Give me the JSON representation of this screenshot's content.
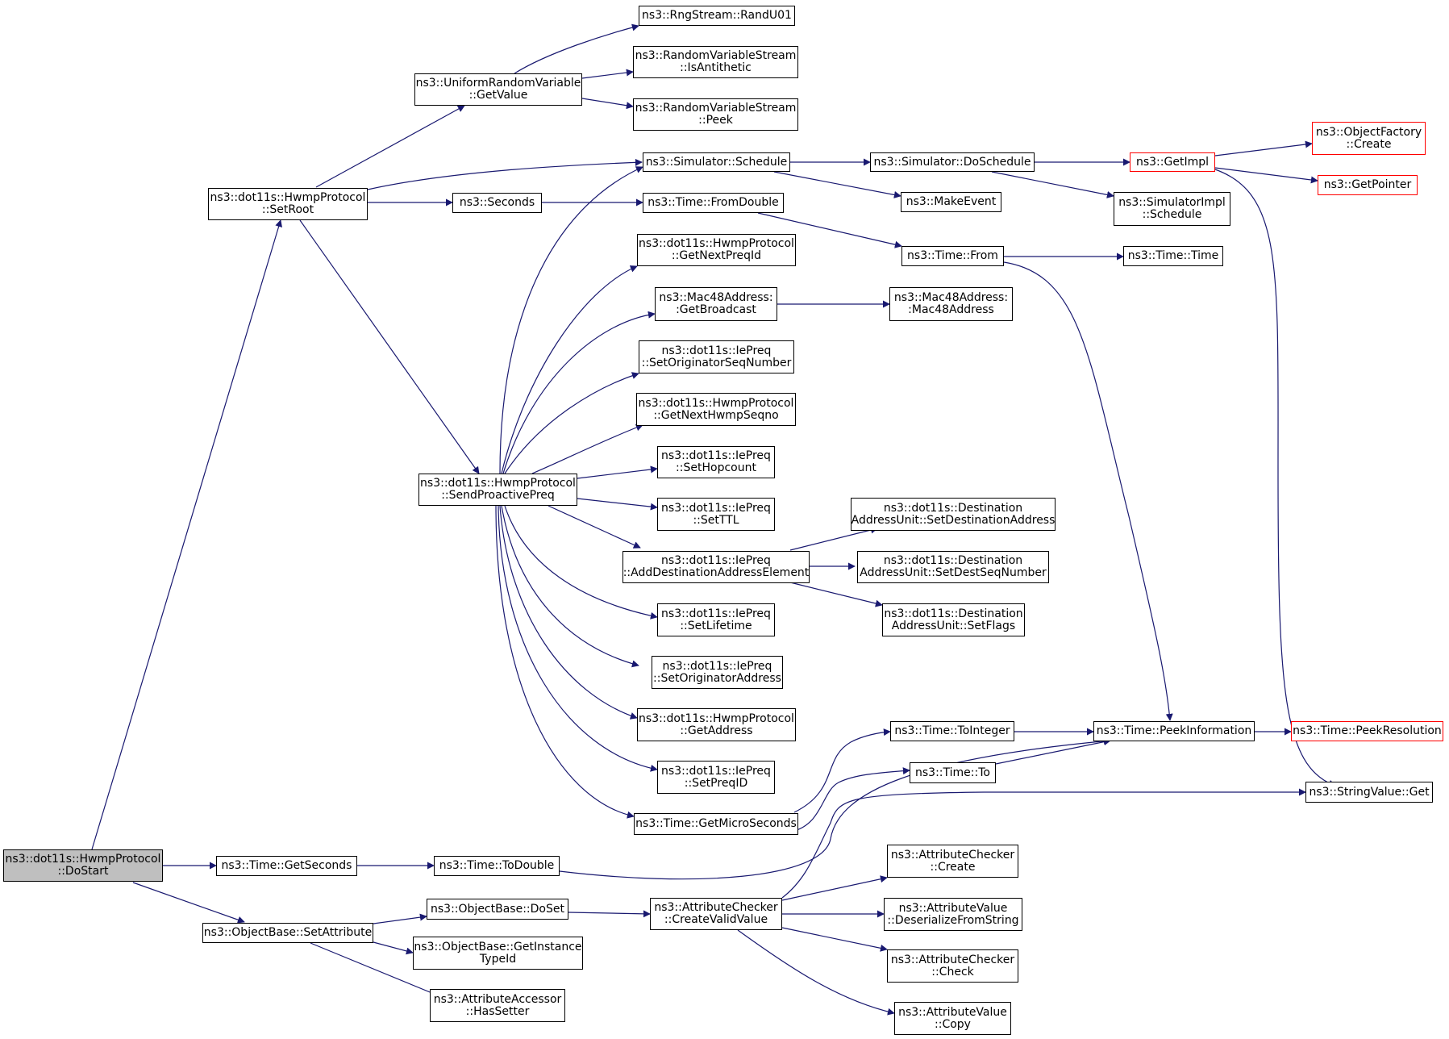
{
  "colors": {
    "edge": "#191970",
    "border": "#000000",
    "truncated_border": "#ff0000",
    "root_fill": "#bfbfbf"
  },
  "nodes": {
    "dostart": {
      "line1": "ns3::dot11s::HwmpProtocol",
      "line2": "::DoStart"
    },
    "setroot": {
      "line1": "ns3::dot11s::HwmpProtocol",
      "line2": "::SetRoot"
    },
    "urv_getvalue": {
      "line1": "ns3::UniformRandomVariable",
      "line2": "::GetValue"
    },
    "randu01": {
      "line1": "ns3::RngStream::RandU01"
    },
    "isantithetic": {
      "line1": "ns3::RandomVariableStream",
      "line2": "::IsAntithetic"
    },
    "peek": {
      "line1": "ns3::RandomVariableStream",
      "line2": "::Peek"
    },
    "schedule": {
      "line1": "ns3::Simulator::Schedule"
    },
    "doschedule": {
      "line1": "ns3::Simulator::DoSchedule"
    },
    "getimpl": {
      "line1": "ns3::GetImpl"
    },
    "objectfactory_create": {
      "line1": "ns3::ObjectFactory",
      "line2": "::Create"
    },
    "getpointer": {
      "line1": "ns3::GetPointer"
    },
    "makeevent": {
      "line1": "ns3::MakeEvent"
    },
    "simimpl_schedule": {
      "line1": "ns3::SimulatorImpl",
      "line2": "::Schedule"
    },
    "seconds": {
      "line1": "ns3::Seconds"
    },
    "fromdouble": {
      "line1": "ns3::Time::FromDouble"
    },
    "time_from": {
      "line1": "ns3::Time::From"
    },
    "time_time": {
      "line1": "ns3::Time::Time"
    },
    "getnextpreqid": {
      "line1": "ns3::dot11s::HwmpProtocol",
      "line2": "::GetNextPreqId"
    },
    "getbroadcast": {
      "line1": "ns3::Mac48Address:",
      "line2": ":GetBroadcast"
    },
    "mac48address": {
      "line1": "ns3::Mac48Address:",
      "line2": ":Mac48Address"
    },
    "setoriginatorseqnumber": {
      "line1": "ns3::dot11s::IePreq",
      "line2": "::SetOriginatorSeqNumber"
    },
    "getnexthwmpseqno": {
      "line1": "ns3::dot11s::HwmpProtocol",
      "line2": "::GetNextHwmpSeqno"
    },
    "sendproactivepreq": {
      "line1": "ns3::dot11s::HwmpProtocol",
      "line2": "::SendProactivePreq"
    },
    "sethopcount": {
      "line1": "ns3::dot11s::IePreq",
      "line2": "::SetHopcount"
    },
    "setttl": {
      "line1": "ns3::dot11s::IePreq",
      "line2": "::SetTTL"
    },
    "adddest": {
      "line1": "ns3::dot11s::IePreq",
      "line2": "::AddDestinationAddressElement"
    },
    "setdestinationaddress": {
      "line1": "ns3::dot11s::Destination",
      "line2": "AddressUnit::SetDestinationAddress"
    },
    "setdestseqnumber": {
      "line1": "ns3::dot11s::Destination",
      "line2": "AddressUnit::SetDestSeqNumber"
    },
    "setflags": {
      "line1": "ns3::dot11s::Destination",
      "line2": "AddressUnit::SetFlags"
    },
    "setlifetime": {
      "line1": "ns3::dot11s::IePreq",
      "line2": "::SetLifetime"
    },
    "setoriginatoraddress": {
      "line1": "ns3::dot11s::IePreq",
      "line2": "::SetOriginatorAddress"
    },
    "getaddress": {
      "line1": "ns3::dot11s::HwmpProtocol",
      "line2": "::GetAddress"
    },
    "setpreqid": {
      "line1": "ns3::dot11s::IePreq",
      "line2": "::SetPreqID"
    },
    "getmicroseconds": {
      "line1": "ns3::Time::GetMicroSeconds"
    },
    "tointeger": {
      "line1": "ns3::Time::ToInteger"
    },
    "peekinformation": {
      "line1": "ns3::Time::PeekInformation"
    },
    "peekresolution": {
      "line1": "ns3::Time::PeekResolution"
    },
    "time_to": {
      "line1": "ns3::Time::To"
    },
    "stringvalue_get": {
      "line1": "ns3::StringValue::Get"
    },
    "getseconds": {
      "line1": "ns3::Time::GetSeconds"
    },
    "todouble": {
      "line1": "ns3::Time::ToDouble"
    },
    "setattribute": {
      "line1": "ns3::ObjectBase::SetAttribute"
    },
    "doset": {
      "line1": "ns3::ObjectBase::DoSet"
    },
    "getinstancetypeid": {
      "line1": "ns3::ObjectBase::GetInstance",
      "line2": "TypeId"
    },
    "hassetter": {
      "line1": "ns3::AttributeAccessor",
      "line2": "::HasSetter"
    },
    "createvalidvalue": {
      "line1": "ns3::AttributeChecker",
      "line2": "::CreateValidValue"
    },
    "checker_create": {
      "line1": "ns3::AttributeChecker",
      "line2": "::Create"
    },
    "deserializefromstring": {
      "line1": "ns3::AttributeValue",
      "line2": "::DeserializeFromString"
    },
    "checker_check": {
      "line1": "ns3::AttributeChecker",
      "line2": "::Check"
    },
    "attrvalue_copy": {
      "line1": "ns3::AttributeValue",
      "line2": "::Copy"
    }
  }
}
